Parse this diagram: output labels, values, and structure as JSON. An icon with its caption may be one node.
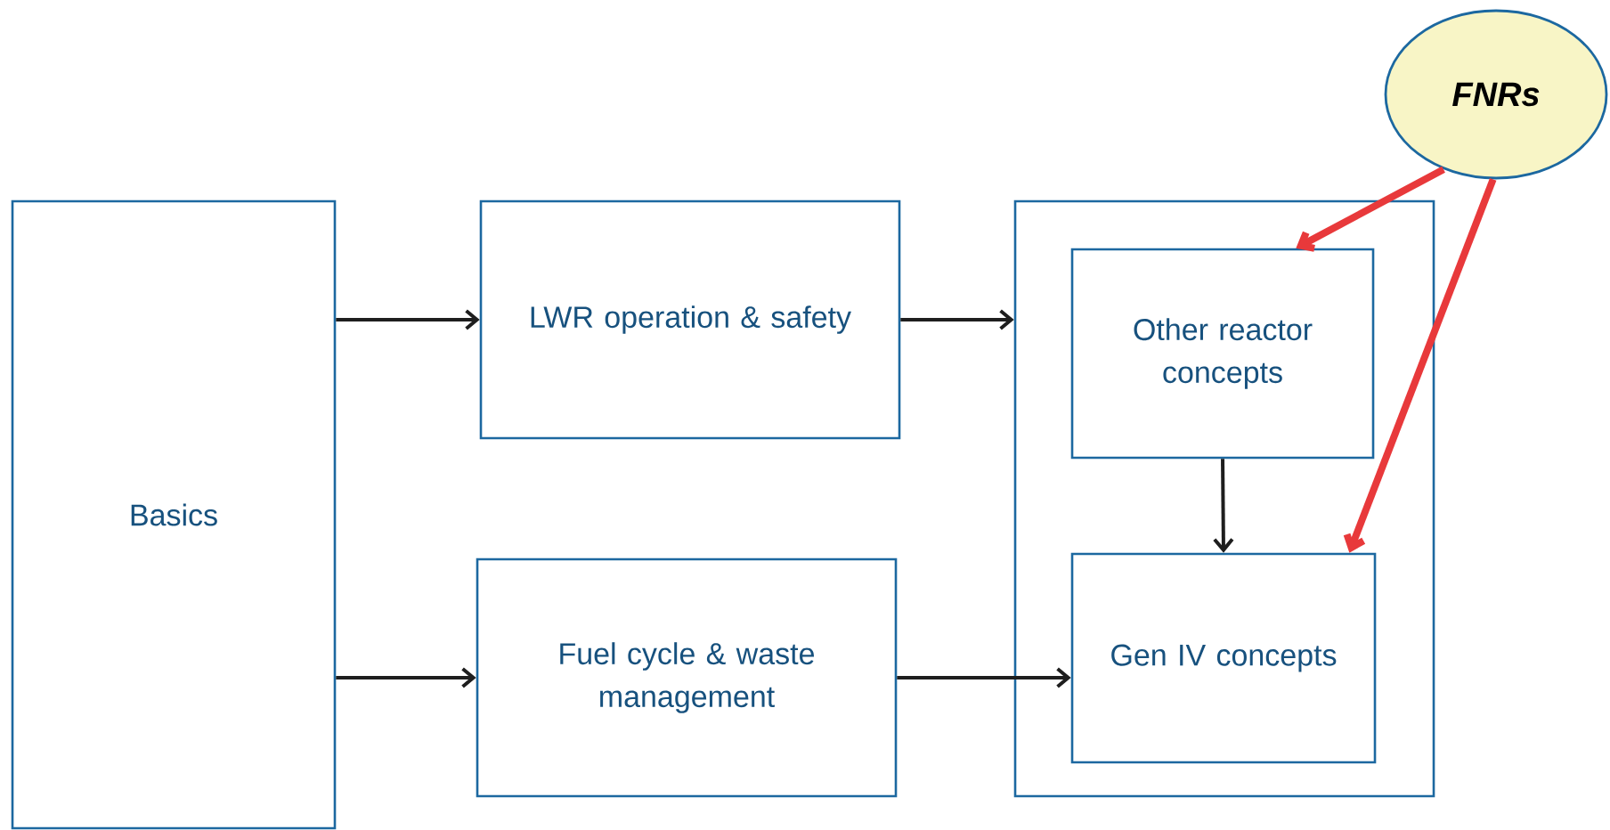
{
  "diagram": {
    "nodes": [
      {
        "text": [
          "Basics"
        ]
      },
      {
        "text": [
          "LWR operation & safety"
        ]
      },
      {
        "text": [
          "Fuel cycle & waste management"
        ]
      },
      {
        "text": [],
        "shape": "box"
      },
      {
        "text": [
          "Other reactor concepts"
        ],
        "in": 3
      },
      {
        "text": [
          "Gen IV concepts"
        ],
        "in": 3
      },
      {
        "text": [
          "FNRs"
        ]
      }
    ],
    "edges": [
      {
        "from": 0,
        "to": 1,
        "arrow": "to"
      },
      {
        "from": 0,
        "to": 2,
        "arrow": "to"
      },
      {
        "from": 1,
        "to": 3,
        "arrow": "to"
      },
      {
        "from": 2,
        "to": 5,
        "arrow": "to"
      },
      {
        "from": 4,
        "to": 5,
        "arrow": "to"
      },
      {
        "from": 6,
        "to": 4,
        "arrow": "to",
        "style": "thick",
        "color": "#e8393b"
      },
      {
        "from": 6,
        "to": 5,
        "arrow": "to",
        "style": "thick",
        "color": "#e8393b"
      }
    ]
  }
}
